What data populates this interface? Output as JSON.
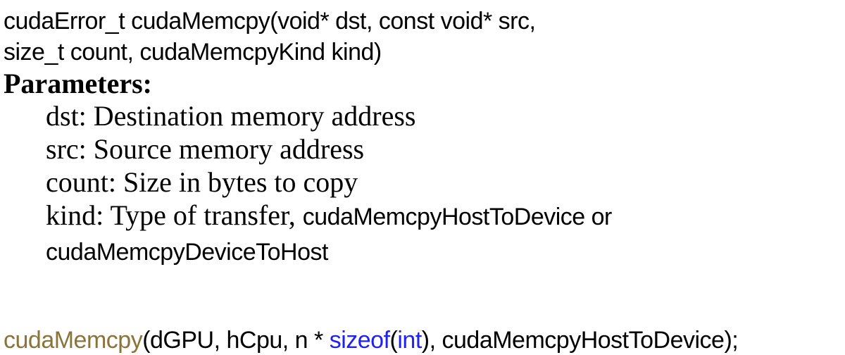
{
  "signature": {
    "line1": "cudaError_t cudaMemcpy(void* dst, const void* src,",
    "line2": "size_t count, cudaMemcpyKind kind)"
  },
  "parameters": {
    "heading": "Parameters:",
    "dst": "dst: Destination memory address",
    "src": "src: Source memory address",
    "count": "count: Size in bytes to copy",
    "kind_prefix": "kind: Type of transfer, ",
    "kind_enums": "cudaMemcpyHostToDevice or",
    "kind_enums_cont": "cudaMemcpyDeviceToHost"
  },
  "example": {
    "fn": "cudaMemcpy",
    "args1": "(dGPU, hCpu, n * ",
    "sizeof_kw": "sizeof",
    "open_paren": "(",
    "int_kw": "int",
    "args2": "), cudaMemcpyHostToDevice);"
  },
  "colors": {
    "text": "#000000",
    "function_name": "#8a743a",
    "keyword": "#2222ee",
    "background": "#ffffff"
  }
}
